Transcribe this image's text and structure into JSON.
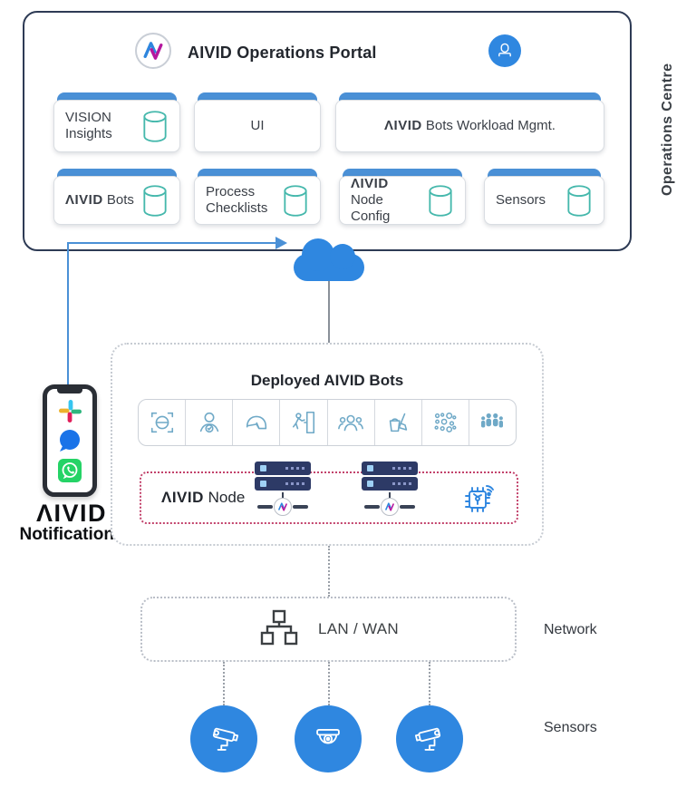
{
  "portal": {
    "title": "AIVID Operations Portal",
    "side_label": "Operations Centre",
    "cards_row1": [
      {
        "brand": "",
        "label": "VISION Insights",
        "db_icon": true
      },
      {
        "brand": "",
        "label": "UI",
        "db_icon": false
      },
      {
        "brand": "ΛIVID",
        "label": "Bots Workload Mgmt.",
        "db_icon": false
      }
    ],
    "cards_row2": [
      {
        "brand": "ΛIVID",
        "label": "Bots",
        "db_icon": true
      },
      {
        "brand": "",
        "label": "Process Checklists",
        "db_icon": true
      },
      {
        "brand": "ΛIVID",
        "label": "Node Config",
        "db_icon": true
      },
      {
        "brand": "",
        "label": "Sensors",
        "db_icon": true
      }
    ]
  },
  "notifications": {
    "brand": "ΛIVID",
    "label": "Notifications",
    "phone_icons": [
      "slack-icon",
      "messages-icon",
      "whatsapp-icon"
    ]
  },
  "deployed": {
    "title": "Deployed AIVID Bots",
    "bot_icons": [
      "face-detection",
      "person-verification",
      "helmet-detection",
      "intrusion-detection",
      "crowd-detection",
      "housekeeping",
      "object-clustering",
      "people-counting"
    ],
    "node_brand": "ΛIVID",
    "node_label": "Node",
    "node_icons": [
      "server-stack",
      "server-stack",
      "ai-chip"
    ]
  },
  "network": {
    "label": "LAN / WAN",
    "side_label": "Network"
  },
  "sensors": {
    "side_label": "Sensors",
    "icons": [
      "bullet-camera-left",
      "dome-camera",
      "bullet-camera-right"
    ]
  },
  "colors": {
    "portal_border": "#2e3b55",
    "card_bar_blue": "#4a90d6",
    "db_teal": "#45b8ac",
    "accent_blue": "#2f87e0",
    "bot_icon_blue": "#6fa9c7",
    "node_border_pink": "#c2426b",
    "server_navy": "#2d3a66",
    "logo_blue": "#2e86de",
    "logo_magenta": "#b5179e"
  }
}
